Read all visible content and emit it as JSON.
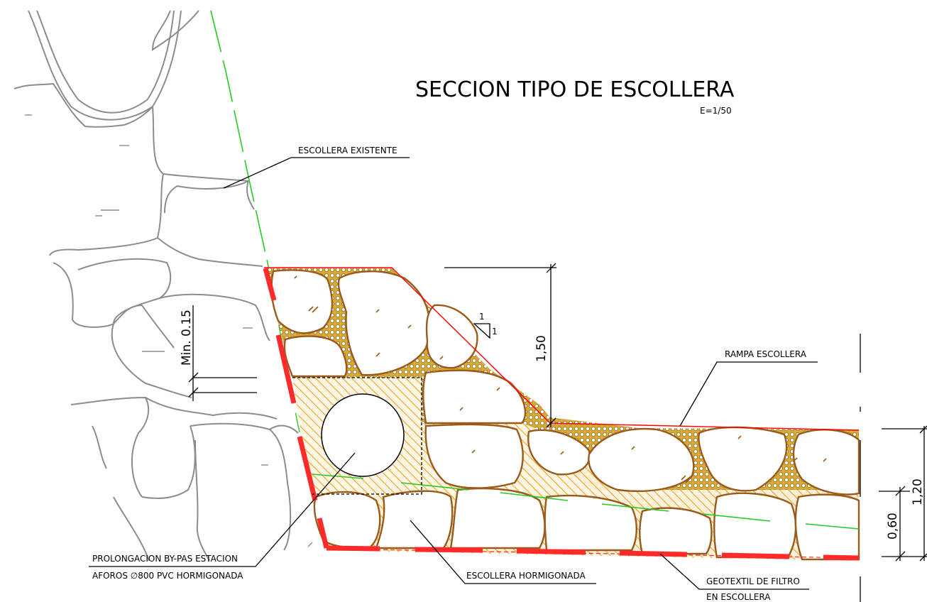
{
  "drawing": {
    "title": "SECCION TIPO DE ESCOLLERA",
    "scale": "E=1/50"
  },
  "labels": {
    "escollera_existente": "ESCOLLERA EXISTENTE",
    "rampa_escollera": "RAMPA ESCOLLERA",
    "by_pass_line1": "PROLONGACION BY-PAS ESTACION",
    "by_pass_line2": "AFOROS ∅800 PVC HORMIGONADA",
    "escollera_hormigonada": "ESCOLLERA HORMIGONADA",
    "geotextil_line1": "GEOTEXTIL DE FILTRO",
    "geotextil_line2": "EN ESCOLLERA"
  },
  "dimensions": {
    "min_thickness": "Min. 0.15",
    "height_slope": "1,50",
    "height_total": "1,20",
    "height_concrete": "0,60",
    "slope_vertical": "1",
    "slope_horizontal": "1"
  },
  "colors": {
    "outline_red": "#ff0000",
    "geotextile_red": "#ff2a2a",
    "hatch_orange": "#f0a820",
    "rock_brown": "#9a5a1a",
    "existing_rock_grey": "#8c8c8c",
    "green_line": "#22cc22"
  }
}
